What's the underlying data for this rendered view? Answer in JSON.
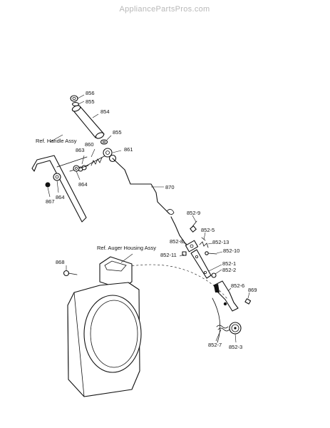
{
  "watermark": "AppliancePartsPros.com",
  "references": {
    "handle": "Ref. Handle Assy",
    "auger_housing": "Ref. Auger Housing Assy"
  },
  "callouts": {
    "c856": "856",
    "c855a": "855",
    "c854": "854",
    "c855b": "855",
    "c860": "860",
    "c863": "863",
    "c861": "861",
    "c864": "864",
    "c867": "867",
    "c864b": "864",
    "c870": "870",
    "c852_9": "852-9",
    "c852_5": "852-5",
    "c852_8": "852-8",
    "c852_13": "852-13",
    "c852_10": "852-10",
    "c852_11": "852-11",
    "c852_1": "852-1",
    "c852_2": "852-2",
    "c868": "868",
    "c852_6": "852-6",
    "c869": "869",
    "c852_7": "852-7",
    "c852_3": "852-3"
  }
}
